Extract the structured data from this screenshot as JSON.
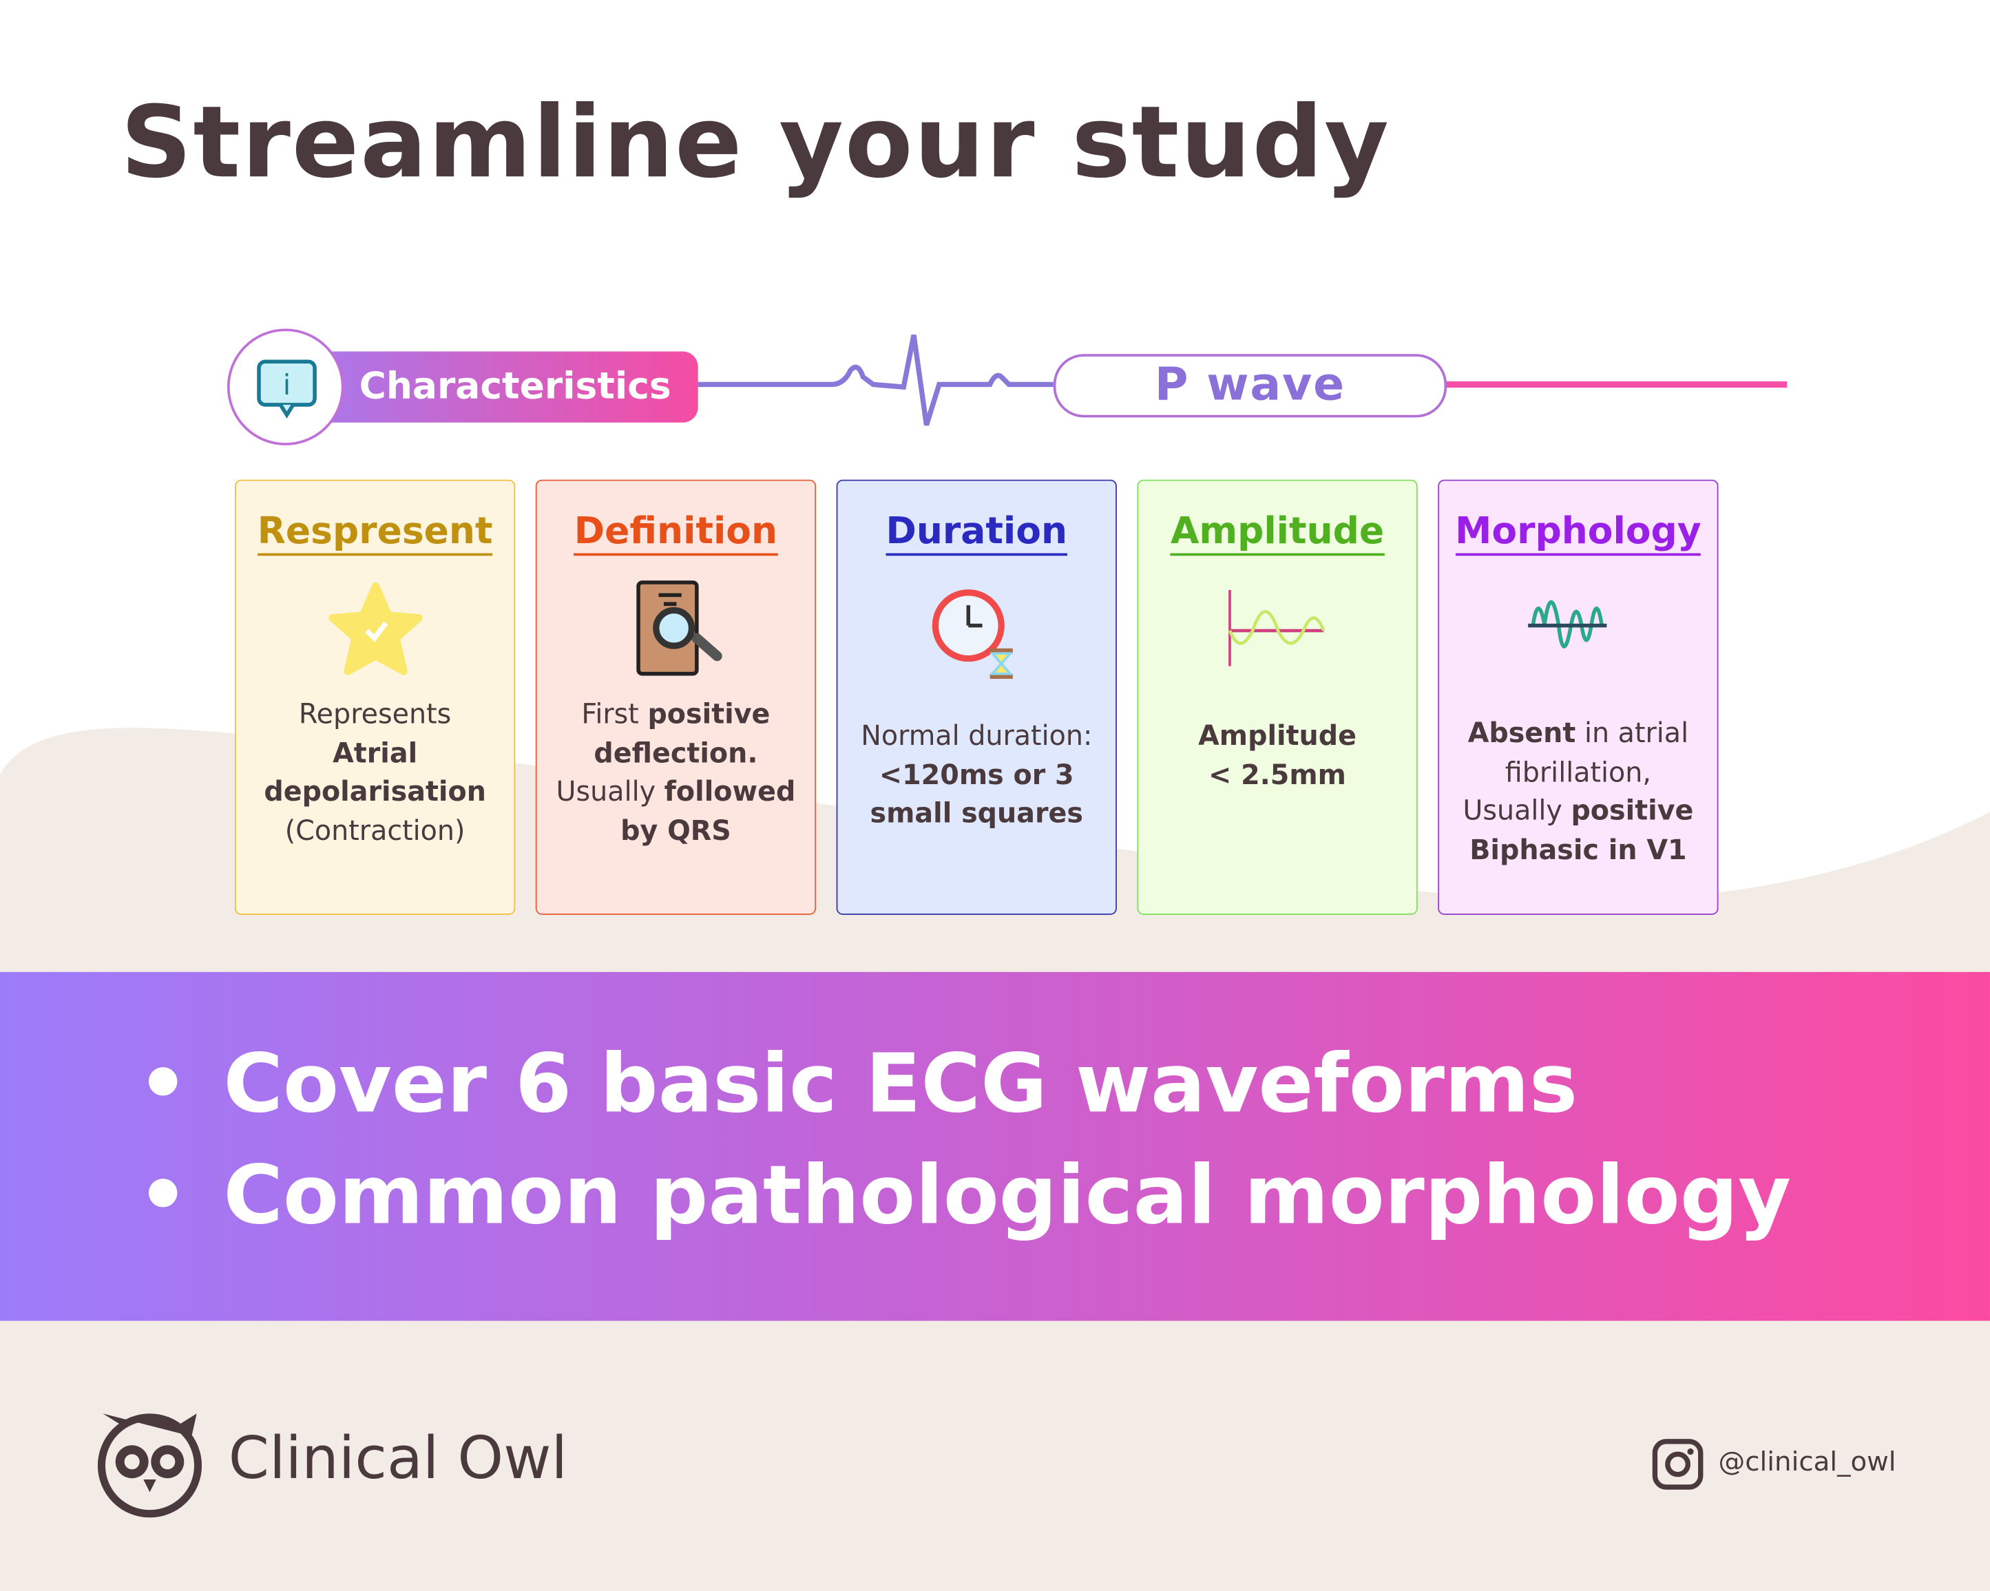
{
  "title": "Streamline your study",
  "header": {
    "section_label": "Characteristics",
    "topic": "P wave"
  },
  "cards": [
    {
      "title": "Respresent",
      "icon": "star-check-icon",
      "lines": [
        {
          "t": "Represents",
          "b": false
        },
        {
          "t": "Atrial",
          "b": true
        },
        {
          "t": "depolarisation",
          "b": true
        },
        {
          "t": "(Contraction)",
          "b": false
        }
      ],
      "accent": "#c09010"
    },
    {
      "title": "Definition",
      "icon": "book-magnifier-icon",
      "lines": [
        {
          "t": "First ",
          "b": false,
          "tb": "positive"
        },
        {
          "t": "deflection.",
          "b": true
        },
        {
          "t": "Usually ",
          "b": false,
          "tb": "followed"
        },
        {
          "t": "by QRS",
          "b": true
        }
      ],
      "accent": "#e8501a"
    },
    {
      "title": "Duration",
      "icon": "clock-hourglass-icon",
      "lines": [
        {
          "t": "Normal duration:",
          "b": false
        },
        {
          "t": "<120ms or 3",
          "b": true
        },
        {
          "t": "small squares",
          "b": true
        }
      ],
      "accent": "#2a2ac0"
    },
    {
      "title": "Amplitude",
      "icon": "sine-wave-icon",
      "lines": [
        {
          "t": "Amplitude",
          "b": true
        },
        {
          "t": "< 2.5mm",
          "b": true
        }
      ],
      "accent": "#50b020"
    },
    {
      "title": "Morphology",
      "icon": "waveform-icon",
      "lines": [
        {
          "t": "Absent",
          "b": true,
          "ta": " in atrial"
        },
        {
          "t": "fibrillation,",
          "b": false
        },
        {
          "t": "Usually ",
          "b": false,
          "tb": "positive"
        },
        {
          "t": "Biphasic in V1",
          "b": true
        }
      ],
      "accent": "#9a20e8"
    }
  ],
  "bullets": [
    "Cover 6 basic ECG waveforms",
    "Common pathological morphology"
  ],
  "footer": {
    "brand": "Clinical Owl",
    "handle": "@clinical_owl"
  },
  "colors": {
    "gradient_start": "#9d7cfa",
    "gradient_end": "#fb4ba1",
    "text": "#4a3a3e",
    "beige": "#f3ece6"
  }
}
